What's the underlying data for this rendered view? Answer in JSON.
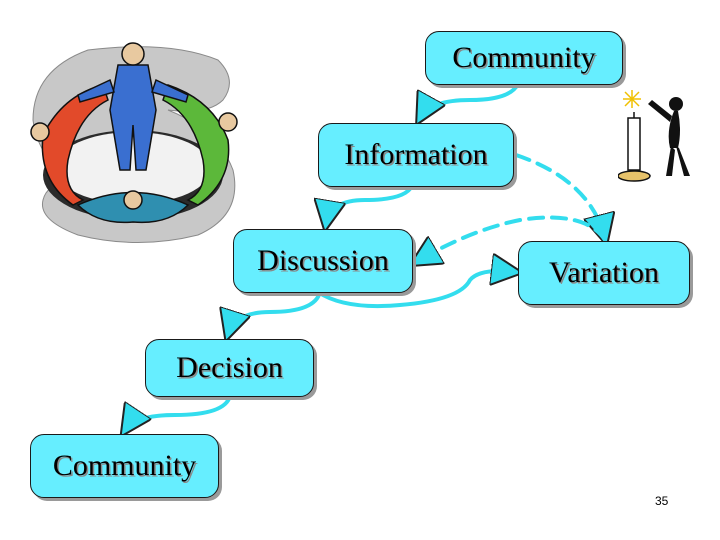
{
  "nodes": {
    "community_top": "Community",
    "information": "Information",
    "discussion": "Discussion",
    "variation": "Variation",
    "decision": "Decision",
    "community_bottom": "Community"
  },
  "page_number": "35",
  "colors": {
    "node_fill": "#66eeff",
    "arrow": "#33ddee",
    "node_border": "#1a1a1a"
  },
  "icons": {
    "left_clipart": "people-circle-icon",
    "right_clipart": "figure-lighting-candle-icon"
  }
}
